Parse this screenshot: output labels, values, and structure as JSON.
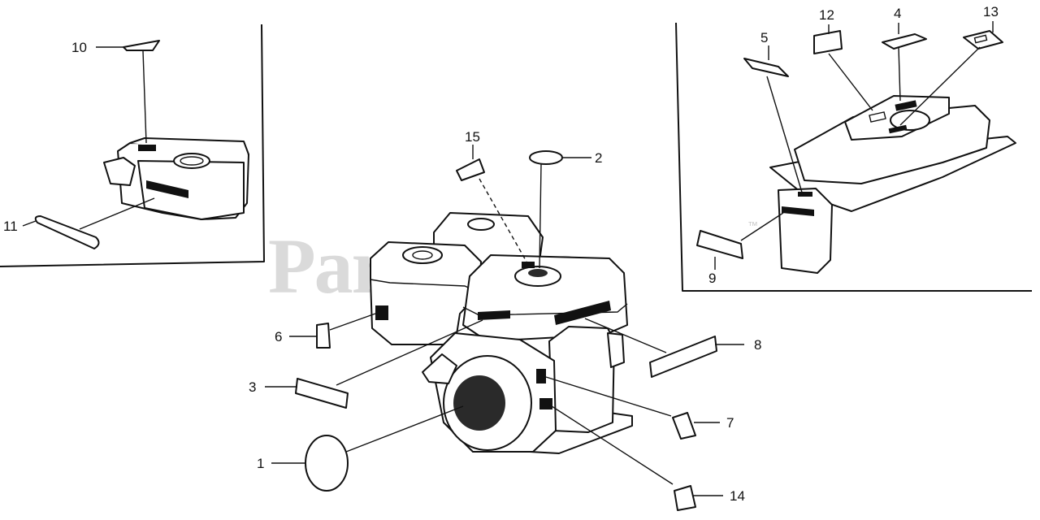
{
  "watermark": {
    "text": "PartsTree",
    "mark": "™"
  },
  "callouts": [
    {
      "id": "1",
      "label": "1"
    },
    {
      "id": "2",
      "label": "2"
    },
    {
      "id": "3",
      "label": "3"
    },
    {
      "id": "4",
      "label": "4"
    },
    {
      "id": "5",
      "label": "5"
    },
    {
      "id": "6",
      "label": "6"
    },
    {
      "id": "7",
      "label": "7"
    },
    {
      "id": "8",
      "label": "8"
    },
    {
      "id": "9",
      "label": "9"
    },
    {
      "id": "10",
      "label": "10"
    },
    {
      "id": "11",
      "label": "11"
    },
    {
      "id": "12",
      "label": "12"
    },
    {
      "id": "13",
      "label": "13"
    },
    {
      "id": "14",
      "label": "14"
    },
    {
      "id": "15",
      "label": "15"
    }
  ]
}
